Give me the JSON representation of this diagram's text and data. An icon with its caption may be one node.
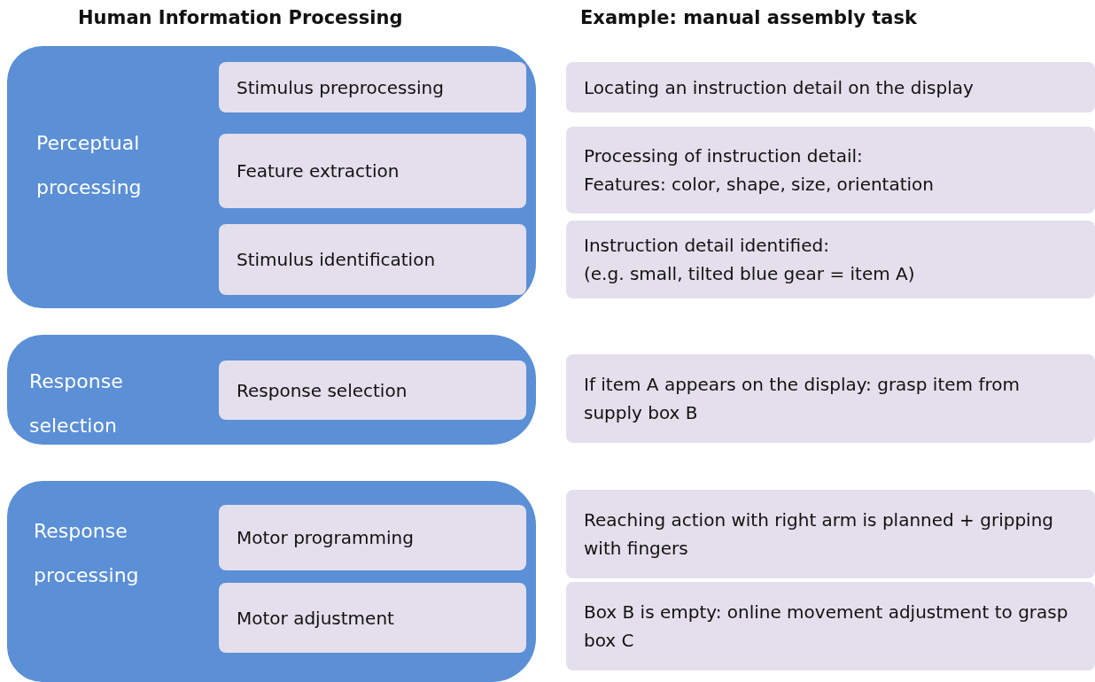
{
  "diagram": {
    "nodes": [
      {
        "text": [
          "Perceptual processing"
        ]
      },
      {
        "text": [
          "Stimulus preprocessing"
        ],
        "in": 0
      },
      {
        "text": [
          "Feature extraction"
        ],
        "in": 0
      },
      {
        "text": [
          "Stimulus identification"
        ],
        "in": 0
      },
      {
        "text": [
          "Response selection"
        ]
      },
      {
        "text": [
          "Response selection"
        ],
        "in": 4
      },
      {
        "text": [
          "Response processing"
        ]
      },
      {
        "text": [
          "Motor programming"
        ],
        "in": 6
      },
      {
        "text": [
          "Motor adjustment"
        ],
        "in": 6
      },
      {
        "text": [
          "Locating an instruction detail on the display"
        ]
      },
      {
        "text": [
          "Processing of instruction detail:",
          "Features: color, shape, size, orientation"
        ]
      },
      {
        "text": [
          "Instruction detail identified:",
          "(e.g. small, tilted blue gear = item A)"
        ]
      },
      {
        "text": [
          "If item A appears on the display: grasp item from supply box B"
        ]
      },
      {
        "text": [
          "Reaching action with right arm is planned + gripping with fingers"
        ]
      },
      {
        "text": [
          "Box B is empty: online movement adjustment to grasp box C"
        ]
      }
    ],
    "labels": [
      "Human Information Processing",
      "Example: manual assembly task"
    ]
  }
}
